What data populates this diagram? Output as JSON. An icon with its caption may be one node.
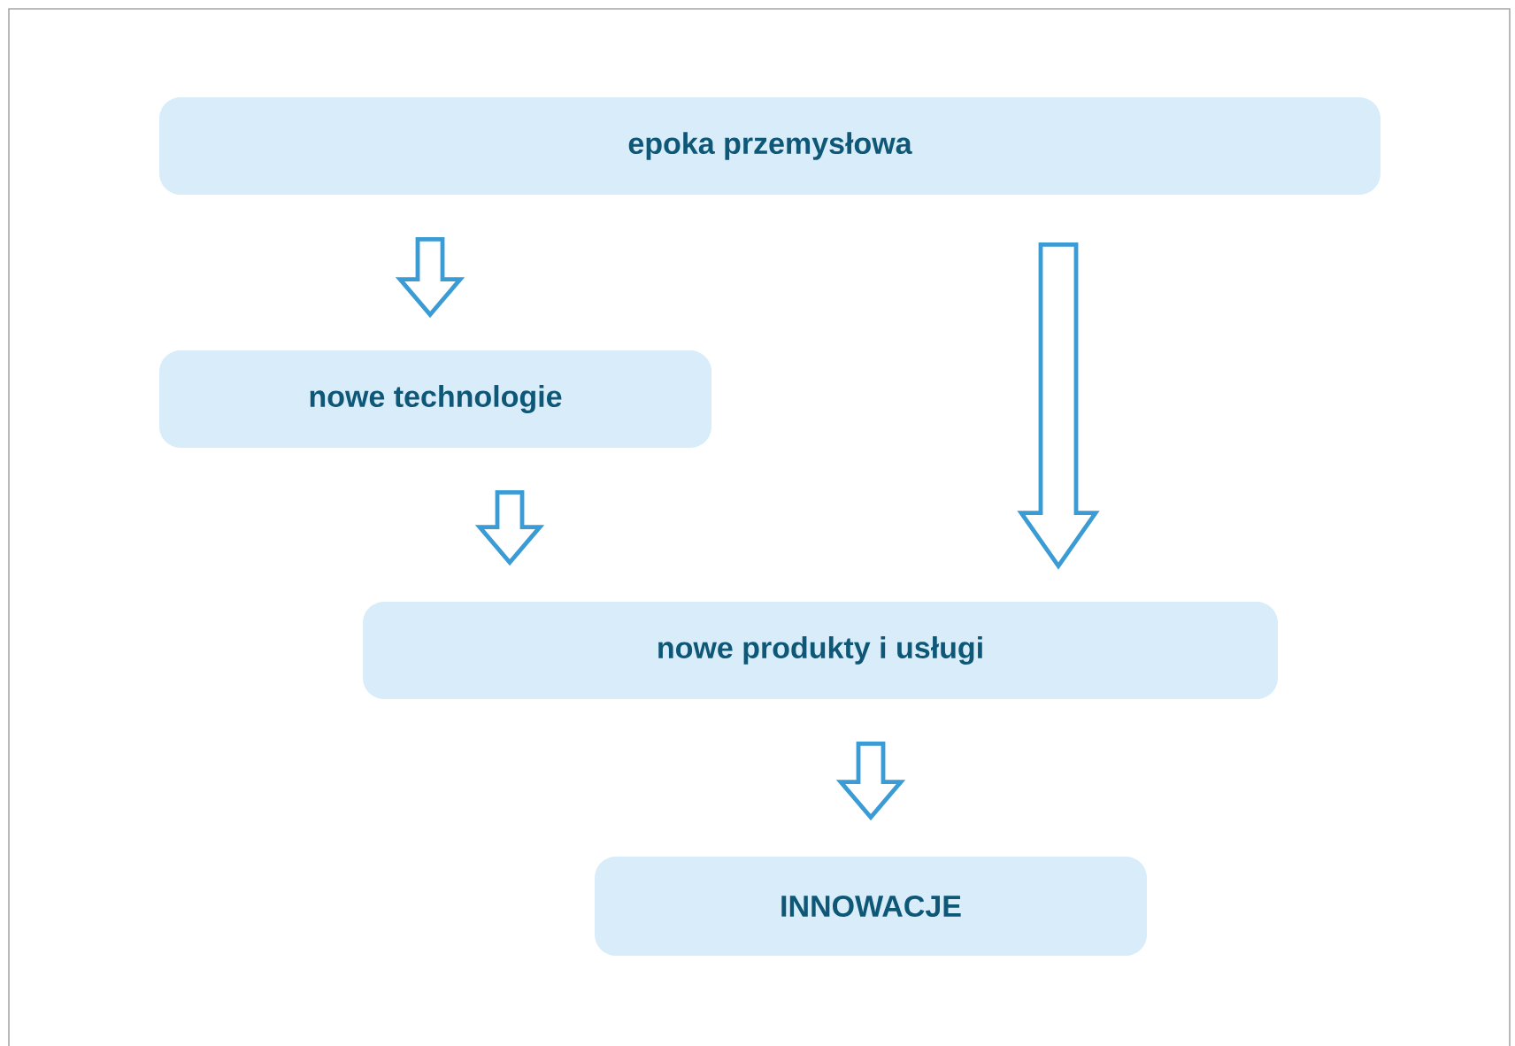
{
  "diagram": {
    "nodes": [
      {
        "text": [
          "epoka przemysłowa"
        ]
      },
      {
        "text": [
          "nowe technologie"
        ]
      },
      {
        "text": [
          "nowe produkty i usługi"
        ]
      },
      {
        "text": [
          "INNOWACJE"
        ]
      }
    ],
    "edges": [
      {
        "from": 0,
        "to": 1,
        "arrow": "to"
      },
      {
        "from": 1,
        "to": 2,
        "arrow": "to"
      },
      {
        "from": 0,
        "to": 2,
        "arrow": "to"
      },
      {
        "from": 2,
        "to": 3,
        "arrow": "to"
      }
    ]
  }
}
